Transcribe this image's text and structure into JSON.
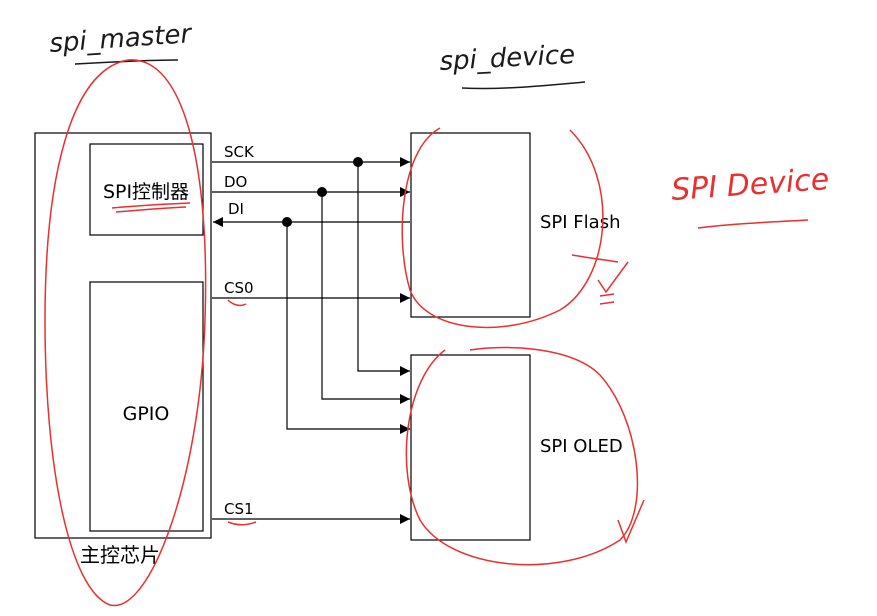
{
  "handwritten": {
    "master": "spi_master",
    "device": "spi_device",
    "right_note": "SPI Device"
  },
  "blocks": {
    "main_chip": "主控芯片",
    "spi_controller": "SPI控制器",
    "gpio": "GPIO",
    "flash": "SPI Flash",
    "oled": "SPI OLED"
  },
  "signals": {
    "sck": "SCK",
    "do": "DO",
    "di": "DI",
    "cs0": "CS0",
    "cs1": "CS1"
  },
  "colors": {
    "line": "#000000",
    "annotation": "#e8312f"
  }
}
